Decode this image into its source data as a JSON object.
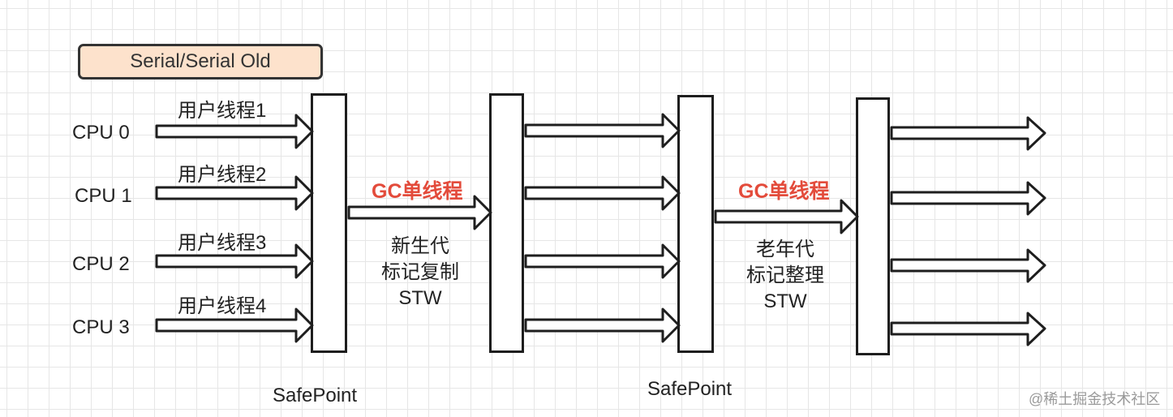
{
  "title": "Serial/Serial Old",
  "cpus": [
    "CPU 0",
    "CPU 1",
    "CPU 2",
    "CPU 3"
  ],
  "user_threads": [
    "用户线程1",
    "用户线程2",
    "用户线程3",
    "用户线程4"
  ],
  "gc_phases": [
    {
      "label": "GC单线程",
      "desc": [
        "新生代",
        "标记复制",
        "STW"
      ]
    },
    {
      "label": "GC单线程",
      "desc": [
        "老年代",
        "标记整理",
        "STW"
      ]
    }
  ],
  "safepoints": [
    "SafePoint",
    "SafePoint"
  ],
  "watermark": "@稀土掘金技术社区",
  "colors": {
    "gc_label": "#e34b3b",
    "title_fill": "#fde2cc",
    "stroke": "#1e1e1e"
  }
}
